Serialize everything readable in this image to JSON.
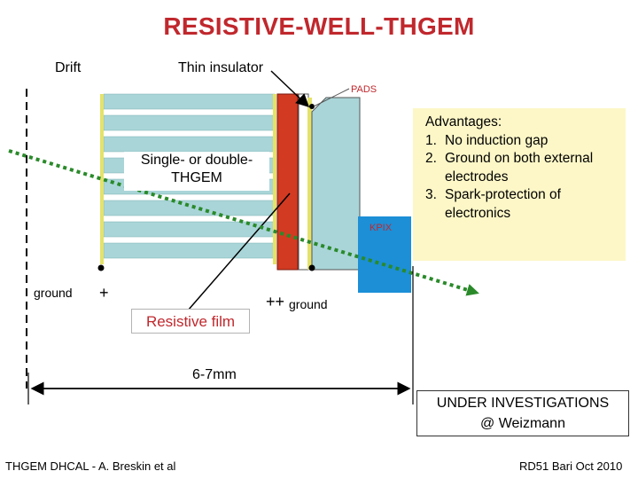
{
  "title": "RESISTIVE-WELL-THGEM",
  "labels": {
    "drift": "Drift",
    "thin_insulator": "Thin insulator",
    "pads": "PADS",
    "kpix": "KPIX",
    "thgem_line1": "Single- or double-",
    "thgem_line2": "THGEM",
    "ground_left": "ground",
    "ground_right": "ground",
    "plus_single": "+",
    "plus_double": "++",
    "resistive_film": "Resistive film",
    "dimension": "6-7mm"
  },
  "advantages": {
    "heading": "Advantages:",
    "items": [
      {
        "num": "1.",
        "text": "No induction gap"
      },
      {
        "num": "2.",
        "text": "Ground on both external electrodes"
      },
      {
        "num": "3.",
        "text": "Spark-protection of electronics"
      }
    ]
  },
  "under_investigation": {
    "line1": "UNDER INVESTIGATIONS",
    "line2": "@ Weizmann"
  },
  "footer": {
    "left": "THGEM DHCAL - A. Breskin et al",
    "right": "RD51 Bari Oct 2010"
  },
  "colors": {
    "title": "#c0282d",
    "thgem_fill": "#a9d5d8",
    "resistive_layer": "#d23a22",
    "electrode": "#e4e26a",
    "kpix": "#1c8fd7",
    "track": "#2a8a2a",
    "advantages_bg": "#fdf7c7"
  }
}
